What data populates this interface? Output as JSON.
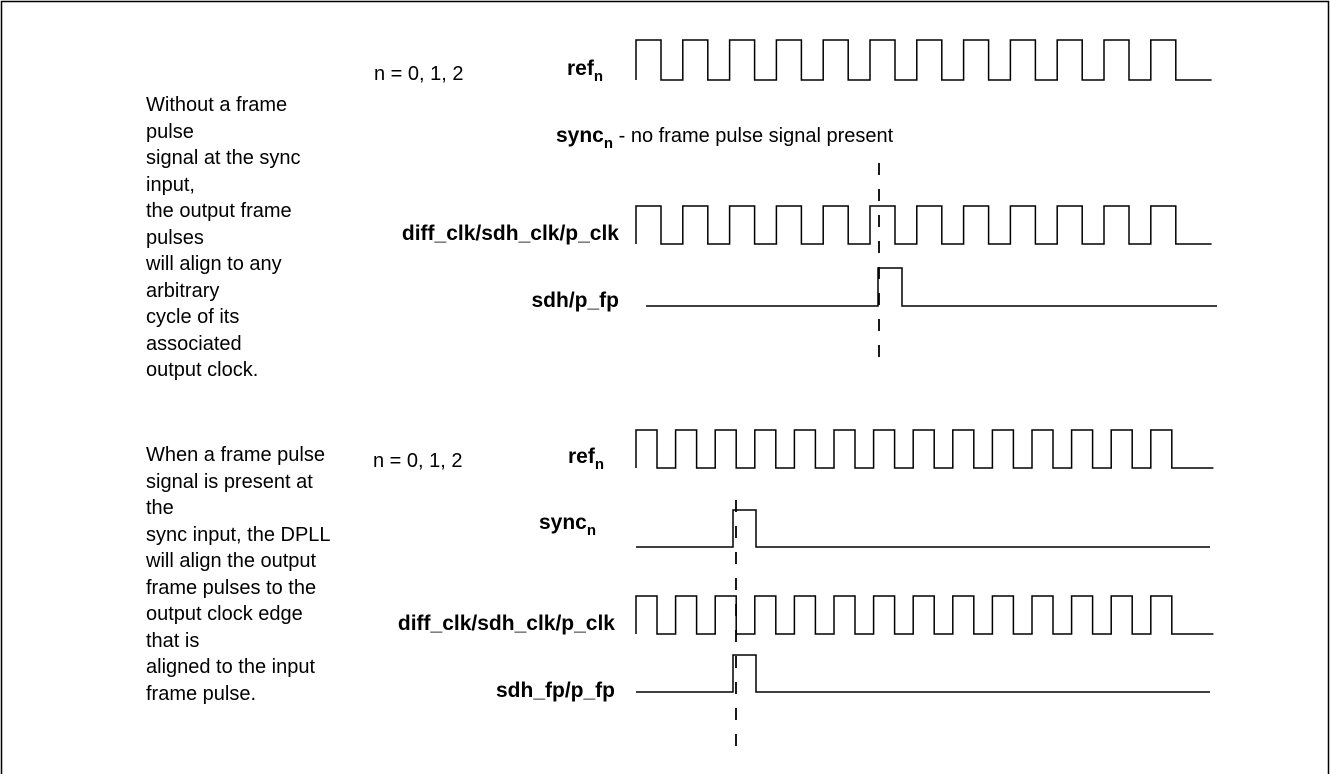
{
  "diagram": {
    "top": {
      "description": "Without a frame pulse\nsignal at the sync input,\nthe output frame pulses\nwill align to any arbitrary\ncycle of its associated\noutput clock.",
      "n_values": "n = 0, 1, 2",
      "ref": {
        "label": "ref",
        "subscript": "n"
      },
      "sync": {
        "label": "sync",
        "subscript": "n",
        "note": " - no frame pulse signal present"
      },
      "clk_label": "diff_clk/sdh_clk/p_clk",
      "fp_label": "sdh/p_fp"
    },
    "bottom": {
      "description": "When a frame pulse\nsignal is present at the\nsync input, the DPLL\nwill align the output\nframe pulses to the\noutput clock edge that is\naligned to the input\nframe pulse.",
      "n_values": "n = 0, 1, 2",
      "ref": {
        "label": "ref",
        "subscript": "n"
      },
      "sync": {
        "label": "sync",
        "subscript": "n"
      },
      "clk_label": "diff_clk/sdh_clk/p_clk",
      "fp_label": "sdh_fp/p_fp"
    }
  }
}
